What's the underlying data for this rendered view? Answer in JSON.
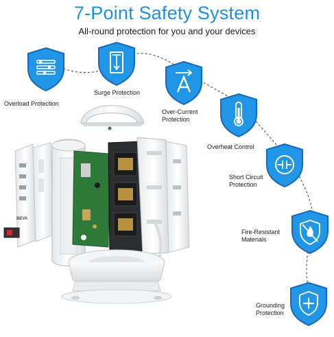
{
  "header": {
    "title": "7-Point Safety System",
    "subtitle": "All-round protection for you and your devices"
  },
  "features": [
    {
      "icon": "overload-switches-icon",
      "label": "Overload Protection"
    },
    {
      "icon": "surge-icon",
      "label": "Surge Protection"
    },
    {
      "icon": "current-arrow-icon",
      "label_lines": [
        "Over-Current",
        "Protection"
      ]
    },
    {
      "icon": "thermometer-icon",
      "label": "Overheat Control"
    },
    {
      "icon": "circuit-icon",
      "label_lines": [
        "Short Circuit",
        "Protection"
      ]
    },
    {
      "icon": "flame-shield-icon",
      "label_lines": [
        "Fire-Resistant",
        "Materials"
      ]
    },
    {
      "icon": "ground-shield-icon",
      "label_lines": [
        "Grounding",
        "Protection"
      ]
    }
  ],
  "product": {
    "brand_text": "BEVA"
  },
  "colors": {
    "accent": "#1f8fe0",
    "shield": "#2196e6",
    "shield_border": "#1668b8"
  }
}
